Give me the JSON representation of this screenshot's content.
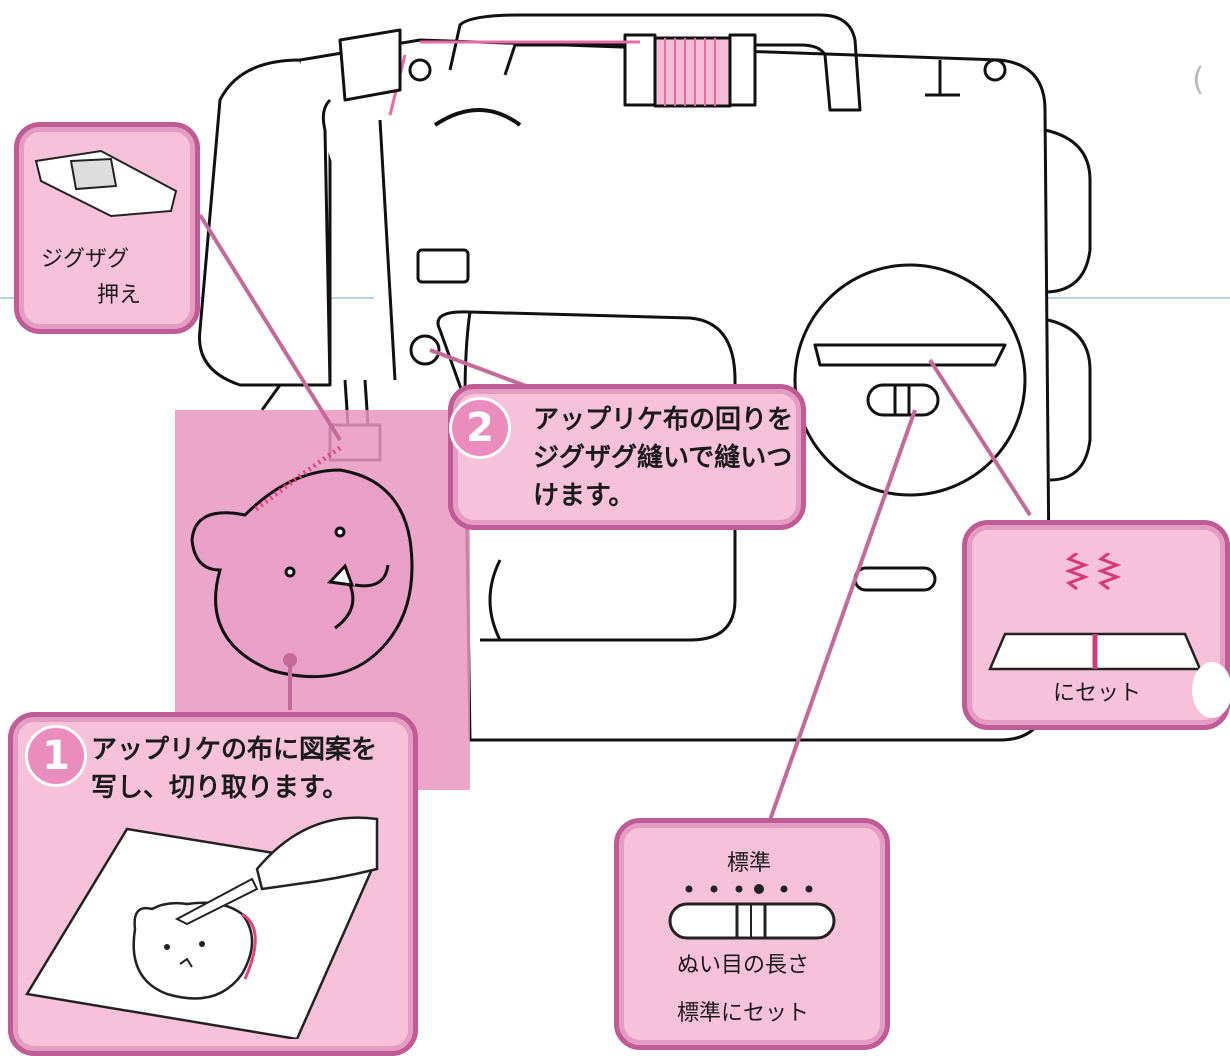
{
  "presser_foot_box": {
    "label_line1": "ジグザグ",
    "label_line2": "押え"
  },
  "step1": {
    "number": "1",
    "line1": "アップリケの布に図案を",
    "line2": "写し、切り取ります。"
  },
  "step2": {
    "number": "2",
    "line1": "アップリケ布の回りを",
    "line2": "ジグザグ縫いで縫いつ",
    "line3": "けます。"
  },
  "pattern_box": {
    "label": "にセット"
  },
  "stitch_length_box": {
    "top_label": "標準",
    "dial_label": "ぬい目の長さ",
    "bottom_label": "標準にセット"
  },
  "colors": {
    "pink_fill": "#f7c1da",
    "pink_border": "#c05c95",
    "pink_line": "#d07aa8",
    "thread": "#e86aa6"
  }
}
